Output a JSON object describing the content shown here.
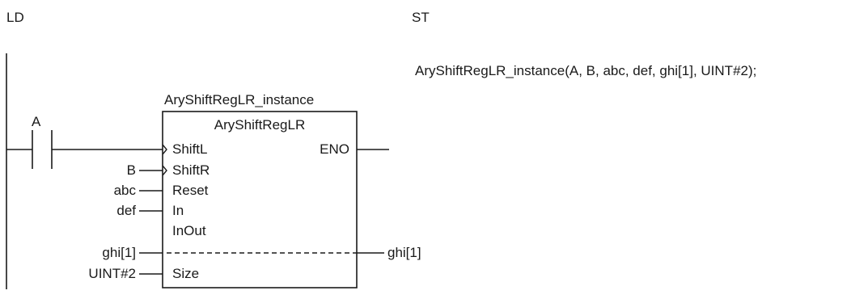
{
  "headings": {
    "ld": "LD",
    "st": "ST"
  },
  "st_code": "AryShiftRegLR_instance(A, B, abc, def, ghi[1], UINT#2);",
  "contact": {
    "variable": "A"
  },
  "function_block": {
    "instance_name": "AryShiftRegLR_instance",
    "type_name": "AryShiftRegLR",
    "inputs": [
      {
        "pin": "ShiftL",
        "edge": true
      },
      {
        "pin": "ShiftR",
        "edge": true
      },
      {
        "pin": "Reset"
      },
      {
        "pin": "In"
      },
      {
        "pin": "InOut"
      },
      {
        "pin": "Size"
      }
    ],
    "outputs": [
      {
        "pin": "ENO"
      }
    ],
    "input_variables": {
      "shift_r": "B",
      "reset": "abc",
      "in": "def",
      "inout": "ghi[1]",
      "size": "UINT#2"
    },
    "output_variables": {
      "inout": "ghi[1]"
    }
  }
}
